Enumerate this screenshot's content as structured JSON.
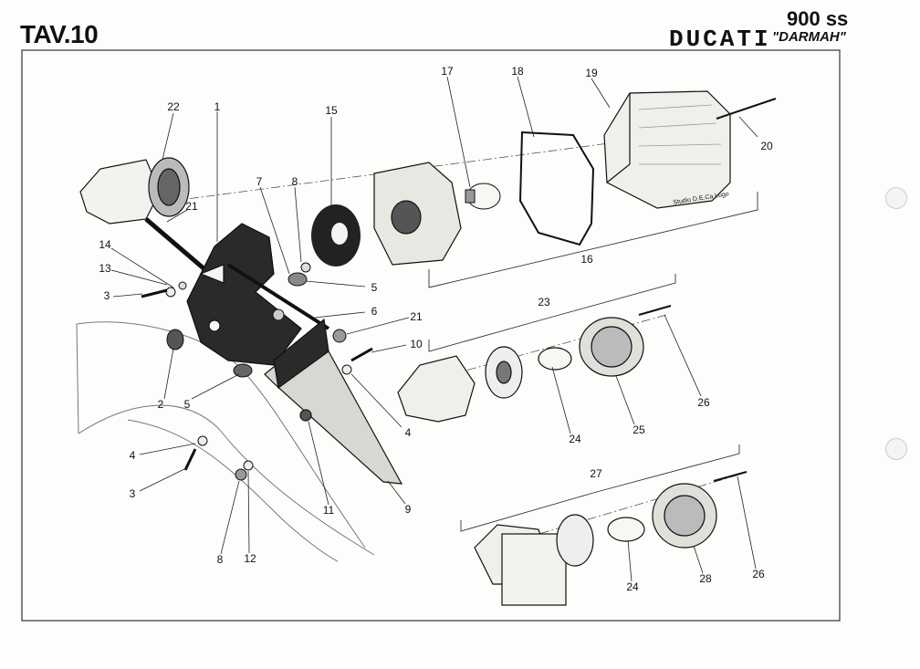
{
  "header": {
    "plate": "TAV.10",
    "model": "900 ss",
    "brand": "DUCATI",
    "variant": "\"DARMAH\""
  },
  "credit": "Studio D.E.Ca Lugo",
  "callouts": [
    {
      "id": "22",
      "text": "22"
    },
    {
      "id": "1",
      "text": "1"
    },
    {
      "id": "15",
      "text": "15"
    },
    {
      "id": "17",
      "text": "17"
    },
    {
      "id": "18",
      "text": "18"
    },
    {
      "id": "19",
      "text": "19"
    },
    {
      "id": "20",
      "text": "20"
    },
    {
      "id": "21a",
      "text": "21"
    },
    {
      "id": "7",
      "text": "7"
    },
    {
      "id": "8a",
      "text": "8"
    },
    {
      "id": "14",
      "text": "14"
    },
    {
      "id": "13",
      "text": "13"
    },
    {
      "id": "3a",
      "text": "3"
    },
    {
      "id": "5a",
      "text": "5"
    },
    {
      "id": "16",
      "text": "16"
    },
    {
      "id": "6",
      "text": "6"
    },
    {
      "id": "21b",
      "text": "21"
    },
    {
      "id": "23",
      "text": "23"
    },
    {
      "id": "10",
      "text": "10"
    },
    {
      "id": "2",
      "text": "2"
    },
    {
      "id": "5b",
      "text": "5"
    },
    {
      "id": "4a",
      "text": "4"
    },
    {
      "id": "26a",
      "text": "26"
    },
    {
      "id": "24a",
      "text": "24"
    },
    {
      "id": "25",
      "text": "25"
    },
    {
      "id": "4b",
      "text": "4"
    },
    {
      "id": "3b",
      "text": "3"
    },
    {
      "id": "27",
      "text": "27"
    },
    {
      "id": "11",
      "text": "11"
    },
    {
      "id": "9",
      "text": "9"
    },
    {
      "id": "8b",
      "text": "8"
    },
    {
      "id": "12",
      "text": "12"
    },
    {
      "id": "24b",
      "text": "24"
    },
    {
      "id": "28",
      "text": "28"
    },
    {
      "id": "26b",
      "text": "26"
    }
  ]
}
